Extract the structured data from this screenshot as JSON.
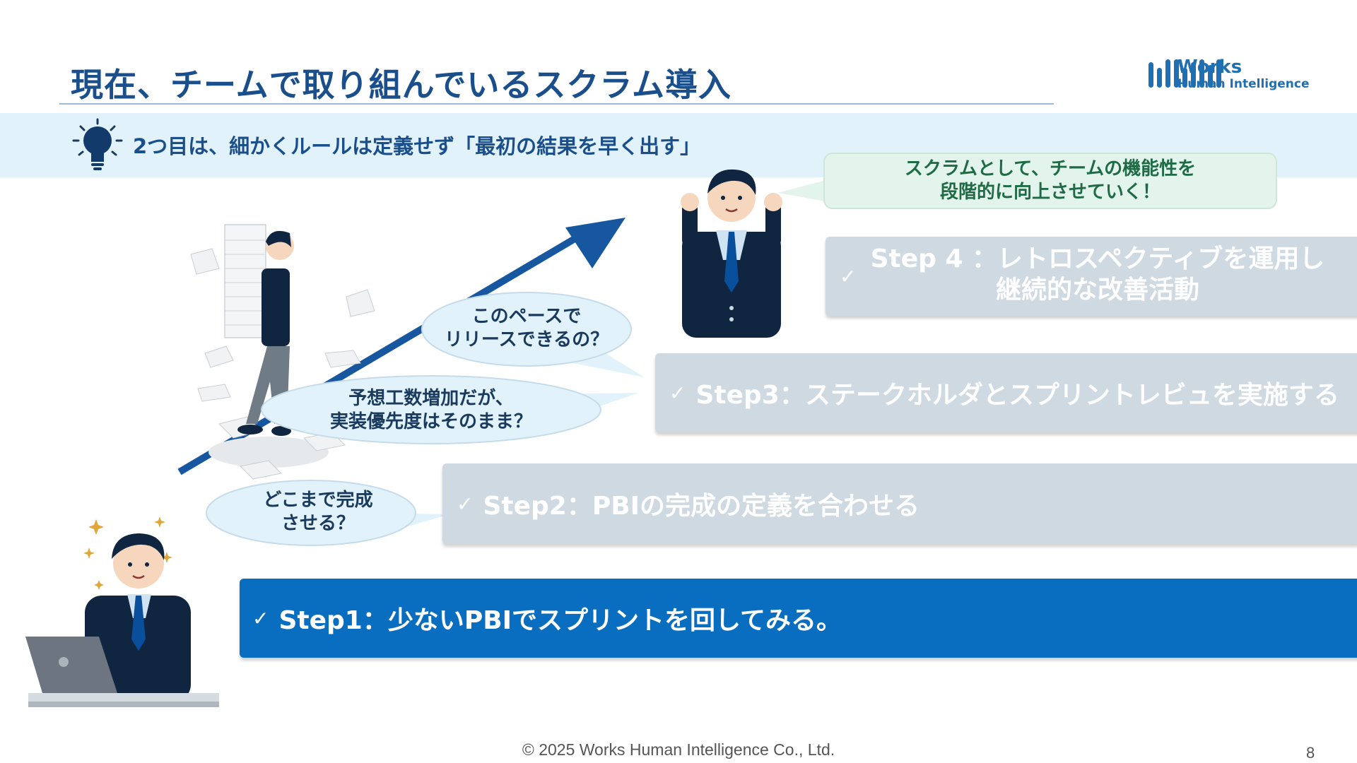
{
  "slide": {
    "title": "現在、チームで取り組んでいるスクラム導入",
    "banner_text": "2つ目は、細かくルールは定義せず「最初の結果を早く出す」",
    "callout": [
      "スクラムとして、チームの機能性を",
      "段階的に向上させていく！"
    ],
    "bubbles": {
      "pace": [
        "このペースで",
        "リリースできるの？"
      ],
      "estimate": [
        "予想工数増加だが、",
        "実装優先度はそのまま？"
      ],
      "done": [
        "どこまで完成",
        "させる？"
      ]
    },
    "steps": {
      "step4_line1": "Step 4 ：レトロスペクティブを運用し",
      "step4_line2": "継続的な改善活動",
      "step3": "Step3：ステークホルダとスプリントレビュを実施する",
      "step2": "Step2：PBIの完成の定義を合わせる",
      "step1": "Step1：少ないPBIでスプリントを回してみる。"
    },
    "check_icon": "✓"
  },
  "logo": {
    "name": "Works",
    "sub": "Human Intelligence"
  },
  "footer": {
    "copyright": "© 2025 Works Human Intelligence Co., Ltd.",
    "page_number": "8"
  },
  "colors": {
    "title": "#1a4f8c",
    "banner_bg": "#e1f2fb",
    "step_inactive": "#cfd9e1",
    "step_active": "#0a6ec0",
    "callout_bg": "#e3f4ec",
    "bubble_bg": "#e1f2fb"
  }
}
